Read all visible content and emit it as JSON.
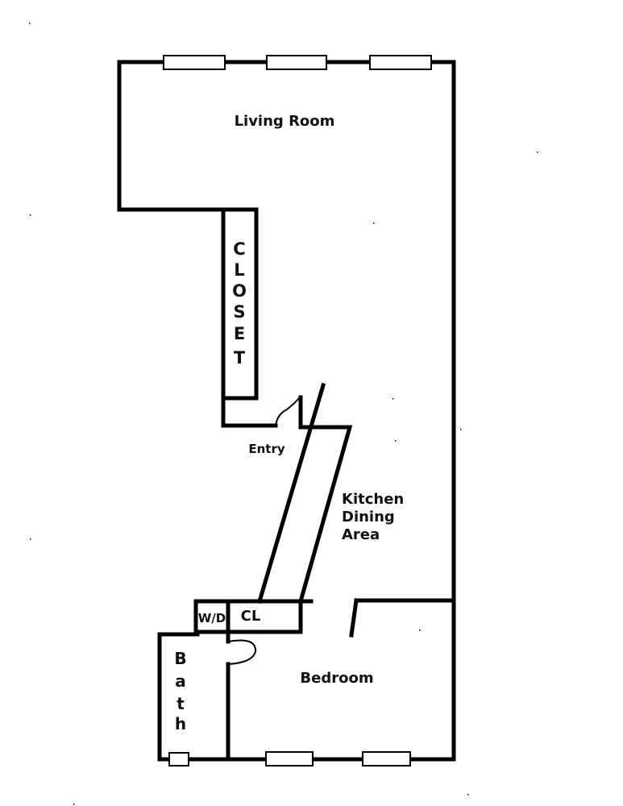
{
  "rooms": {
    "living_room": "Living Room",
    "closet_letters": [
      "C",
      "L",
      "O",
      "S",
      "E",
      "T"
    ],
    "entry": "Entry",
    "kitchen_line1": "Kitchen",
    "kitchen_line2": "Dining",
    "kitchen_line3": "Area",
    "wd": "W/D",
    "cl": "CL",
    "bedroom": "Bedroom",
    "bath_letters": [
      "B",
      "a",
      "t",
      "h"
    ]
  }
}
